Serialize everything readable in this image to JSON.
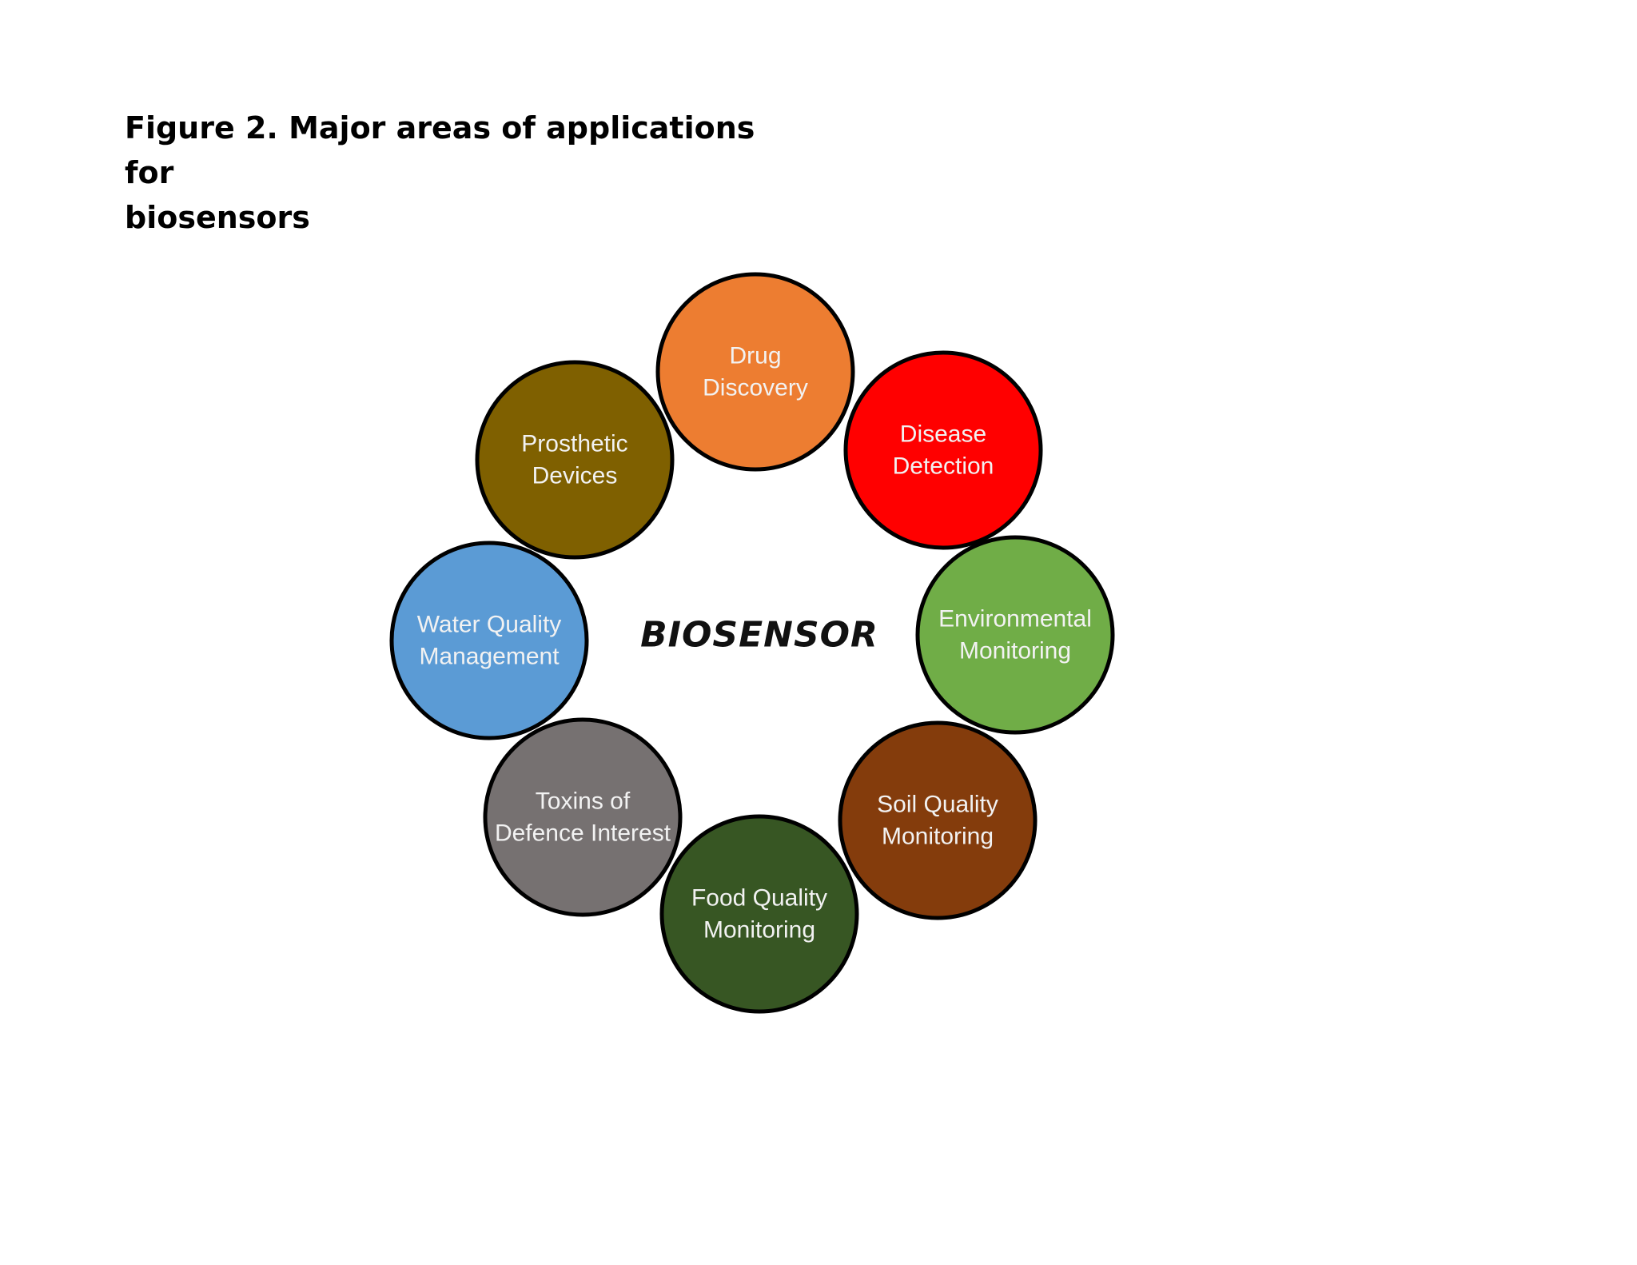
{
  "caption": {
    "line1": "Figure 2. Major areas of applications for",
    "line2": "biosensors"
  },
  "center": {
    "label": "BIOSENSOR",
    "text_color": "#111111"
  },
  "nodes": [
    {
      "id": "drug-discovery",
      "lines": [
        "Drug",
        "Discovery"
      ],
      "color": "#ed7d31"
    },
    {
      "id": "disease-detection",
      "lines": [
        "Disease",
        "Detection"
      ],
      "color": "#ff0000"
    },
    {
      "id": "environmental-monitoring",
      "lines": [
        "Environmental",
        "Monitoring"
      ],
      "color": "#70ad47"
    },
    {
      "id": "soil-quality-monitoring",
      "lines": [
        "Soil Quality",
        "Monitoring"
      ],
      "color": "#843c0c"
    },
    {
      "id": "food-quality-monitoring",
      "lines": [
        "Food Quality",
        "Monitoring"
      ],
      "color": "#375623"
    },
    {
      "id": "toxins-of-defence-interest",
      "lines": [
        "Toxins of",
        "Defence Interest"
      ],
      "color": "#767171"
    },
    {
      "id": "water-quality-management",
      "lines": [
        "Water Quality",
        "Management"
      ],
      "color": "#5b9bd5"
    },
    {
      "id": "prosthetic-devices",
      "lines": [
        "Prosthetic",
        "Devices"
      ],
      "color": "#7f6000"
    }
  ]
}
